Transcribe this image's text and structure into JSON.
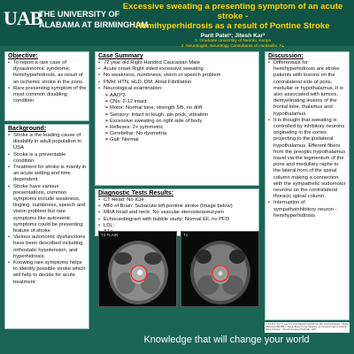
{
  "header": {
    "logo_mark": "UAB",
    "logo_line1": "THE UNIVERSITY OF",
    "logo_line2": "ALABAMA AT BIRMINGHAM",
    "title_line1": "Excessive sweating a presenting symptom of an acute stroke -",
    "title_line2": "Hemihyperhidrosis as a result of Pontine Stroke",
    "authors": "Parit Patel¹; Jitesh Kar²",
    "affiliation1": "1. Graduate University of Nairobi, Kenya",
    "affiliation2": "2. Neurologist, Neurology Consultants of Huntsville, AL"
  },
  "objective": {
    "title": "Objective:",
    "items": [
      "To report a rare case of dysautonomic syndrome; hemihyperhidrosis, as result of an ischemic stroke in the pons.",
      "Rare presenting symptom of the most common disabling condition"
    ]
  },
  "background": {
    "title": "Background:",
    "items": [
      "Stroke is the leading cause of disability in adult population in USA",
      "Stroke is a preventable condition",
      "Treatment for stroke is mainly in an acute setting and time dependent",
      "Stroke have various presentations, common symptoms include weakness, tingling, numbness, speech and vision problem but rare symptoms like autonomic symptoms could be presenting feature of stroke",
      "Various autonomic dysfunctions have been described including orthostatic hypotension, and hyperhidrosis.",
      "Knowing rare symptoms helps to identify possible stroke which will help to decide for acute treatment"
    ]
  },
  "case_summary": {
    "title": "Case Summary",
    "items": [
      "72 year old Right Handed Caucasian Male",
      "Acute onset Right sided excessive sweating",
      "No weakness, numbness, vision or speech problem",
      "PMH: HTN, HLD, DM, Atrial Fibrillation",
      "Neurological examination:"
    ],
    "exam_items": [
      "AAO*3",
      "CNs: 2-12 intact",
      "Motor: Normal tone, strength 5/5, no drift",
      "Sensory: Intact to tough, pin prick, vibration",
      "Excessive sweating on right side of body",
      "Reflexes: 2+ symmetric",
      "Cerebellar: No dysmetria",
      "Gait: Normal"
    ]
  },
  "tests": {
    "title": "Diagnostic Tests Results:",
    "items": [
      "CT Head: No ICH",
      "MRI of Brain: Subacute left pontine stroke (Image below)",
      "MRA head and neck: No vascular stenosis/aneurysm",
      "Echocardiogram with bubble study: Normal EF, no PFO",
      "LDL:",
      "A1c:"
    ]
  },
  "neuroimaging": {
    "title": "Neuroimaging",
    "left_label": "T2 FLAIR",
    "right_label": "T1"
  },
  "discussion": {
    "title": "Discussion:",
    "items": [
      "Differentials for hemihyperhidrosis are stroke patients with lesions on the contralateral side of pons, medullar or hypothalamus. It is also associated with tumors, demyelinating lesions of the frontal lobe, thalamus and hypothalamus.",
      "It is thought that sweating is controlled by inhibitory neurons originating in the cortex projecting to the ipsilateral hypothalamus. Efferent fibers from the preoptic hypothalamus travel via the tegmentum of the pons and medullary raphe to the lateral horn of the spinal column making a connection with the sympathetic sudomotor neurons on the contralateral thoracic spinal column.",
      "Interruption of sympathoinhibitory neuron - hemihyperhidrosis"
    ]
  },
  "references": "1. Kim B.S. Kim Y.I. Lee K.S. Contralateral hyperhidrosis after cerebral infarction. Stroke. 1995;26(6):896-899. 2. Rey A, Bosco D et al. Sweating: an uncommon sign of cerebral artery occlusion. J Neurol Neurosurg Psychiatry. 1987.",
  "tagline": "Knowledge that will change your world",
  "colors": {
    "background": "#1b6553",
    "title_yellow": "#ffd200",
    "lesion_circle": "#ff2222"
  }
}
